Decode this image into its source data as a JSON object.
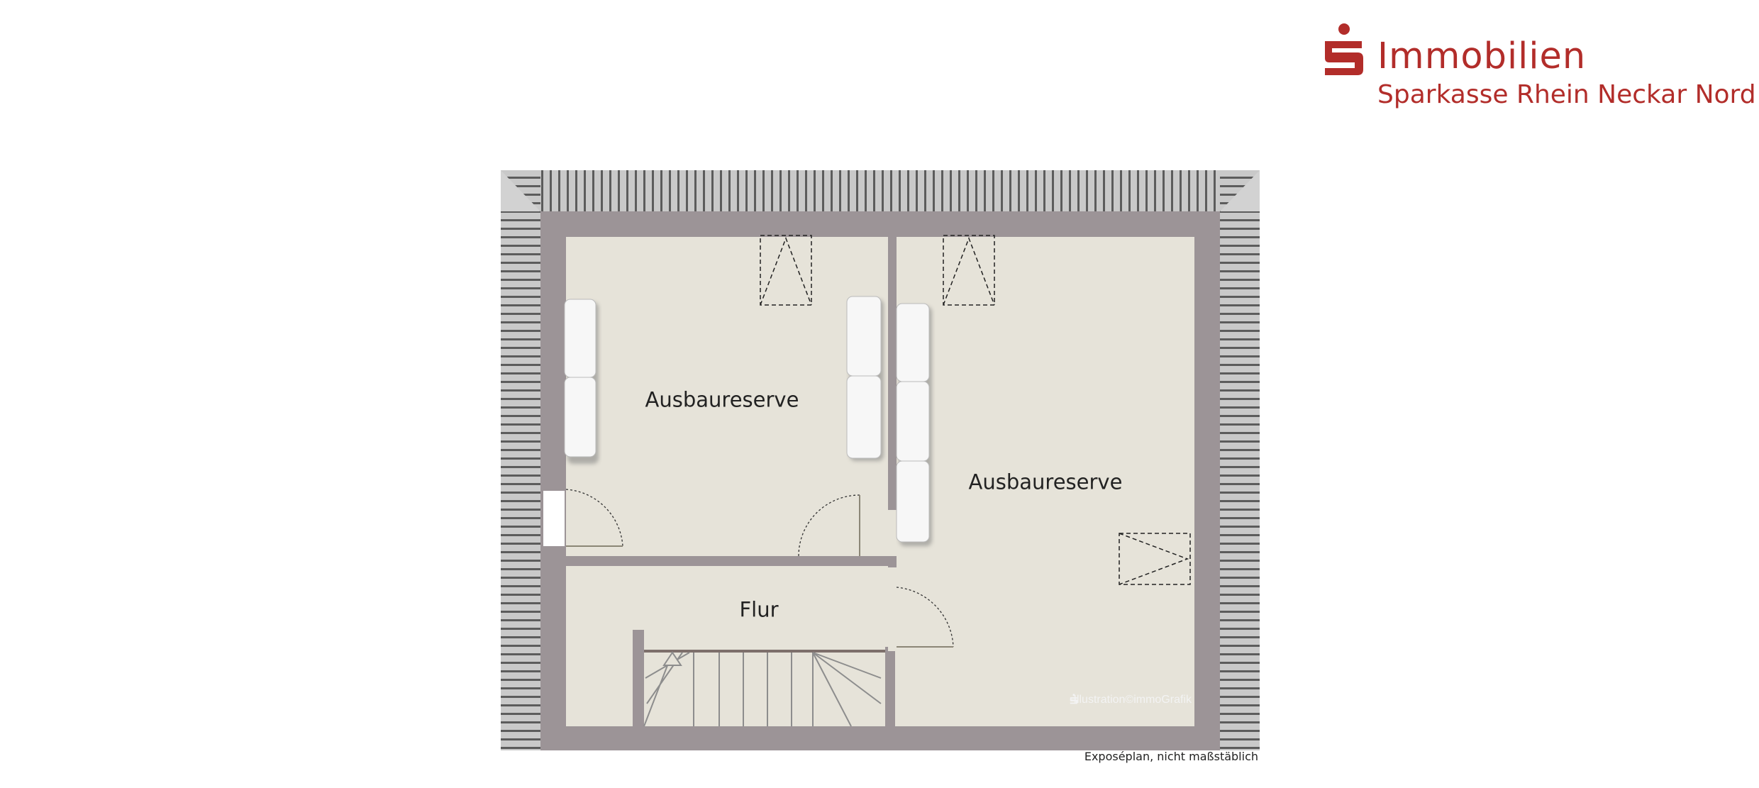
{
  "logo": {
    "brand": "Immobilien",
    "subtitle": "Sparkasse Rhein Neckar Nord"
  },
  "rooms": [
    {
      "name": "Ausbaureserve"
    },
    {
      "name": "Ausbaureserve"
    },
    {
      "name": "Flur"
    }
  ],
  "credit": "-Illustration©immoGrafik",
  "caption": "Exposéplan, nicht maßstäblich",
  "colors": {
    "brand_red": "#b22d2a",
    "wall": "#9c9497",
    "floor": "#e6e3d9",
    "roof": "#8f8f8f"
  }
}
